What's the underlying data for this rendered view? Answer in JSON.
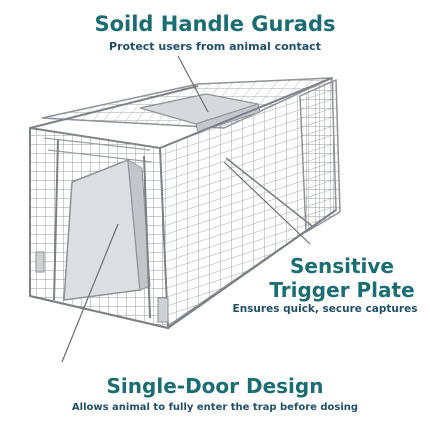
{
  "callouts": {
    "handle": {
      "title": "Soild Handle Gurads",
      "subtitle": "Protect users from animal contact"
    },
    "trigger": {
      "title_line1": "Sensitive",
      "title_line2": "Trigger Plate",
      "subtitle": "Ensures quick, secure captures"
    },
    "door": {
      "title": "Single-Door Design",
      "subtitle": "Allows animal to fully enter the trap before dosing"
    }
  },
  "colors": {
    "heading": "#1a6e73",
    "subtext": "#1f4f6a",
    "wire": "#8e9299",
    "plate": "#d6d8db",
    "pointer": "#6e6e6e"
  },
  "icons": {
    "trap": "wire-cage-trap-illustration"
  }
}
